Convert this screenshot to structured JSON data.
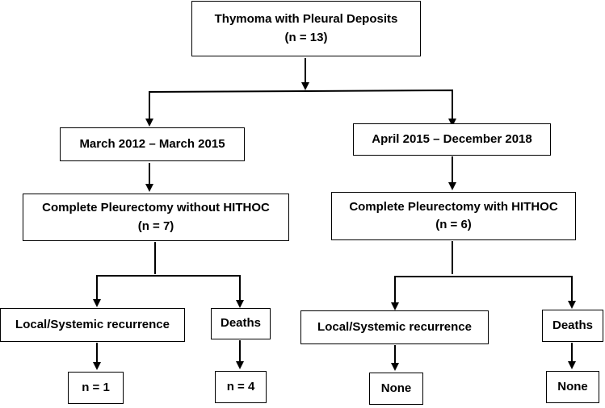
{
  "diagram": {
    "root": {
      "line1": "Thymoma with Pleural Deposits",
      "line2": "(n = 13)"
    },
    "left": {
      "period": "March 2012 – March 2015",
      "procedure": {
        "line1": "Complete Pleurectomy without HITHOC",
        "line2": "(n = 7)"
      },
      "recurrence": {
        "label": "Local/Systemic recurrence",
        "value": "n = 1"
      },
      "deaths": {
        "label": "Deaths",
        "value": "n = 4"
      }
    },
    "right": {
      "period": "April 2015 – December 2018",
      "procedure": {
        "line1": "Complete Pleurectomy with HITHOC",
        "line2": "(n = 6)"
      },
      "recurrence": {
        "label": "Local/Systemic recurrence",
        "value": "None"
      },
      "deaths": {
        "label": "Deaths",
        "value": "None"
      }
    }
  }
}
